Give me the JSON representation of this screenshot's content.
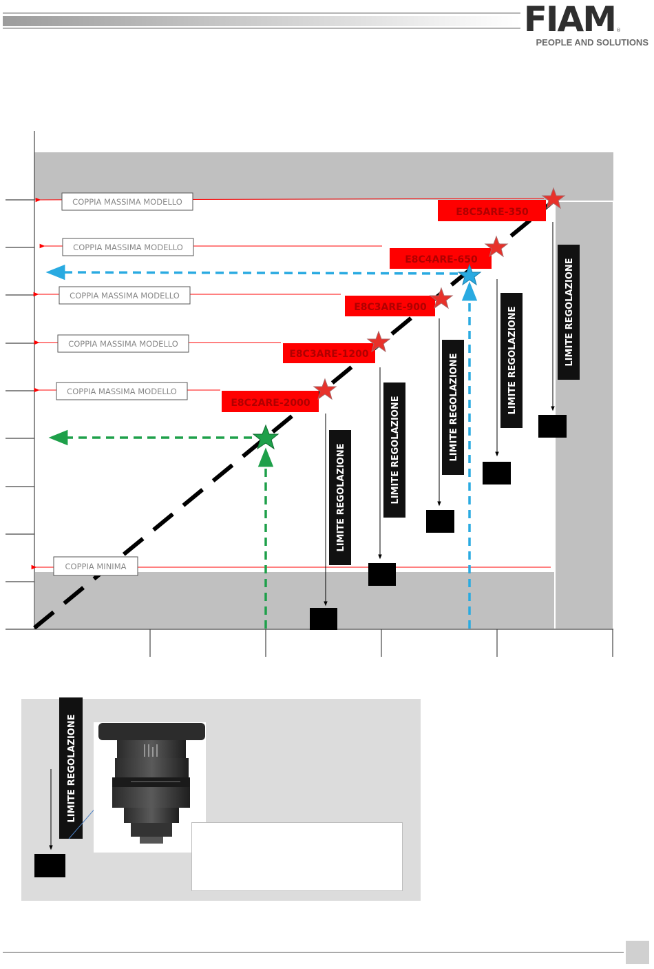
{
  "brand": {
    "name": "FIAM",
    "tagline": "PEOPLE AND SOLUTIONS",
    "registered": "®"
  },
  "models": [
    {
      "code": "E8C2ARE-2000",
      "max_label": "COPPIA MASSIMA MODELLO",
      "limit_label": "LIMITE REGOLAZIONE"
    },
    {
      "code": "E8C3ARE-1200",
      "max_label": "COPPIA MASSIMA MODELLO",
      "limit_label": "LIMITE REGOLAZIONE"
    },
    {
      "code": "E8C3ARE-900",
      "max_label": "COPPIA MASSIMA MODELLO",
      "limit_label": "LIMITE REGOLAZIONE"
    },
    {
      "code": "E8C4ARE-650",
      "max_label": "COPPIA MASSIMA MODELLO",
      "limit_label": "LIMITE REGOLAZIONE"
    },
    {
      "code": "E8C5ARE-350",
      "max_label": "COPPIA MASSIMA MODELLO",
      "limit_label": "LIMITE REGOLAZIONE"
    }
  ],
  "min_label": "COPPIA MINIMA",
  "inset": {
    "limit_label": "LIMITE REGOLAZIONE"
  },
  "colors": {
    "model_box": "#ff0000",
    "star_red": "#e8312a",
    "star_green": "#1ea04a",
    "star_blue": "#29aae1",
    "guide_green": "#1ea04a",
    "guide_blue": "#29aae1",
    "zone_gray": "#c0c0c0",
    "inset_bg": "#dcdcdc"
  }
}
